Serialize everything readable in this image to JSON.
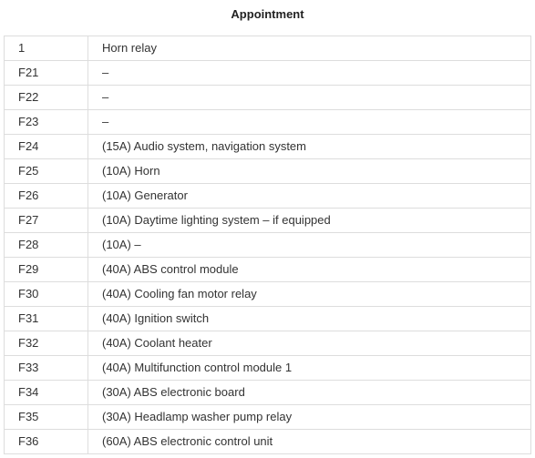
{
  "title": "Appointment",
  "rows": [
    {
      "number": "1",
      "description": "Horn relay"
    },
    {
      "number": "F21",
      "description": "–"
    },
    {
      "number": "F22",
      "description": "–"
    },
    {
      "number": "F23",
      "description": "–"
    },
    {
      "number": "F24",
      "description": "(15A) Audio system, navigation system"
    },
    {
      "number": "F25",
      "description": "(10A) Horn"
    },
    {
      "number": "F26",
      "description": "(10A) Generator"
    },
    {
      "number": "F27",
      "description": "(10A) Daytime lighting system – if equipped"
    },
    {
      "number": "F28",
      "description": "(10A) –"
    },
    {
      "number": "F29",
      "description": "(40A) ABS control module"
    },
    {
      "number": "F30",
      "description": "(40A) Cooling fan motor relay"
    },
    {
      "number": "F31",
      "description": "(40A) Ignition switch"
    },
    {
      "number": "F32",
      "description": "(40A) Coolant heater"
    },
    {
      "number": "F33",
      "description": "(40A) Multifunction control module 1"
    },
    {
      "number": "F34",
      "description": "(30A) ABS electronic board"
    },
    {
      "number": "F35",
      "description": "(30A) Headlamp washer pump relay"
    },
    {
      "number": "F36",
      "description": "(60A) ABS electronic control unit"
    }
  ]
}
